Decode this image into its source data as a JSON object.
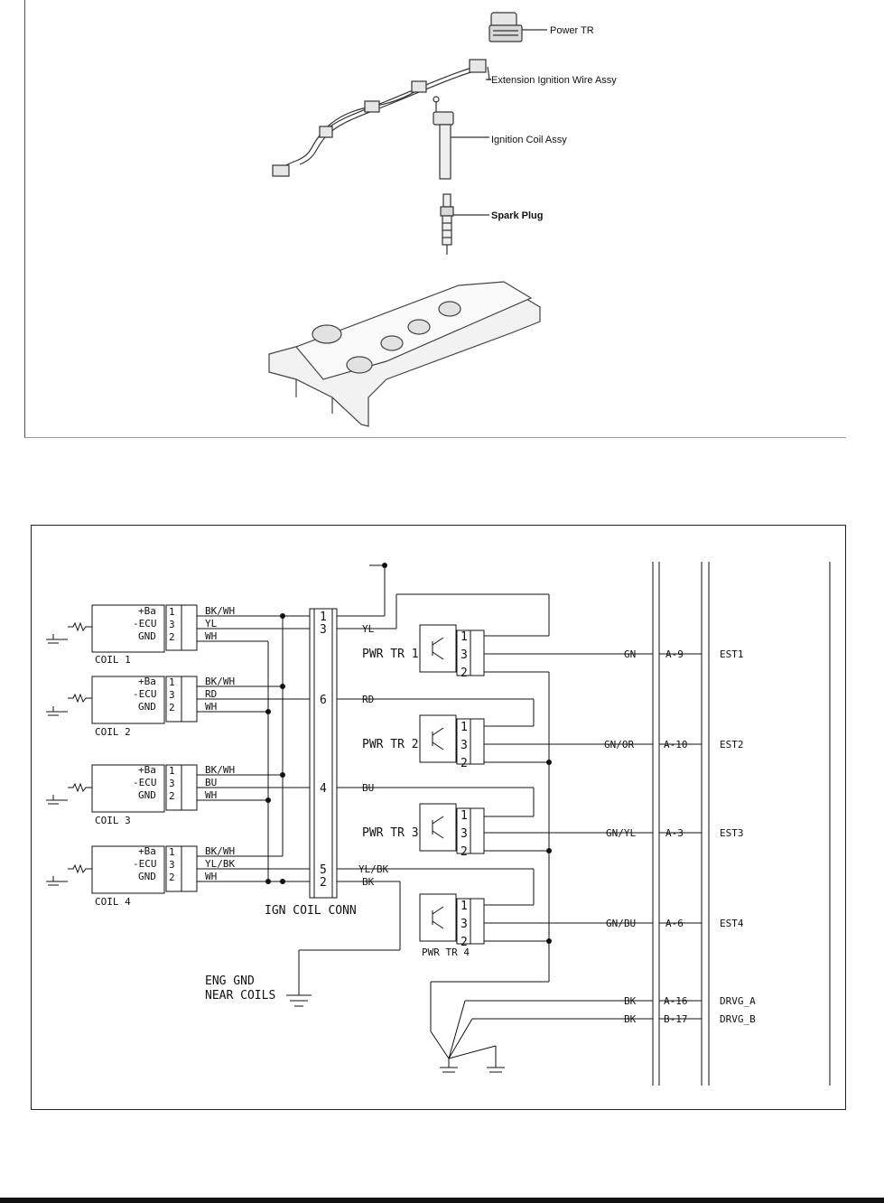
{
  "exploded_view": {
    "callouts": {
      "power_tr": "Power TR",
      "extension_wire": "Extension Ignition Wire Assy",
      "ignition_coil": "Ignition Coil Assy",
      "spark_plug": "Spark Plug"
    }
  },
  "schematic": {
    "coils": [
      {
        "name": "COIL 1",
        "pins": [
          "+Ba",
          "-ECU",
          "GND"
        ],
        "pin_numbers": [
          "1",
          "3",
          "2"
        ],
        "wires": [
          "BK/WH",
          "YL",
          "WH"
        ]
      },
      {
        "name": "COIL 2",
        "pins": [
          "+Ba",
          "-ECU",
          "GND"
        ],
        "pin_numbers": [
          "1",
          "3",
          "2"
        ],
        "wires": [
          "BK/WH",
          "RD",
          "WH"
        ]
      },
      {
        "name": "COIL 3",
        "pins": [
          "+Ba",
          "-ECU",
          "GND"
        ],
        "pin_numbers": [
          "1",
          "3",
          "2"
        ],
        "wires": [
          "BK/WH",
          "BU",
          "WH"
        ]
      },
      {
        "name": "COIL 4",
        "pins": [
          "+Ba",
          "-ECU",
          "GND"
        ],
        "pin_numbers": [
          "1",
          "3",
          "2"
        ],
        "wires": [
          "BK/WH",
          "YL/BK",
          "WH"
        ]
      }
    ],
    "ign_conn": {
      "label": "IGN COIL CONN",
      "pins": [
        "1",
        "3",
        "6",
        "4",
        "5",
        "2"
      ],
      "out_wires": [
        "YL",
        "RD",
        "BU",
        "YL/BK",
        "BK"
      ]
    },
    "pwr_trs": [
      {
        "name": "PWR TR 1",
        "pins": [
          "1",
          "3",
          "2"
        ]
      },
      {
        "name": "PWR TR 2",
        "pins": [
          "1",
          "3",
          "2"
        ]
      },
      {
        "name": "PWR TR 3",
        "pins": [
          "1",
          "3",
          "2"
        ]
      },
      {
        "name": "PWR TR 4",
        "pins": [
          "1",
          "3",
          "2"
        ]
      }
    ],
    "ecu_rows": [
      {
        "wire": "GN",
        "pin": "A-9",
        "signal": "EST1"
      },
      {
        "wire": "GN/OR",
        "pin": "A-10",
        "signal": "EST2"
      },
      {
        "wire": "GN/YL",
        "pin": "A-3",
        "signal": "EST3"
      },
      {
        "wire": "GN/BU",
        "pin": "A-6",
        "signal": "EST4"
      },
      {
        "wire": "BK",
        "pin": "A-16",
        "signal": "DRVG_A"
      },
      {
        "wire": "BK",
        "pin": "B-17",
        "signal": "DRVG_B"
      }
    ],
    "eng_gnd": [
      "ENG GND",
      "NEAR COILS"
    ]
  }
}
